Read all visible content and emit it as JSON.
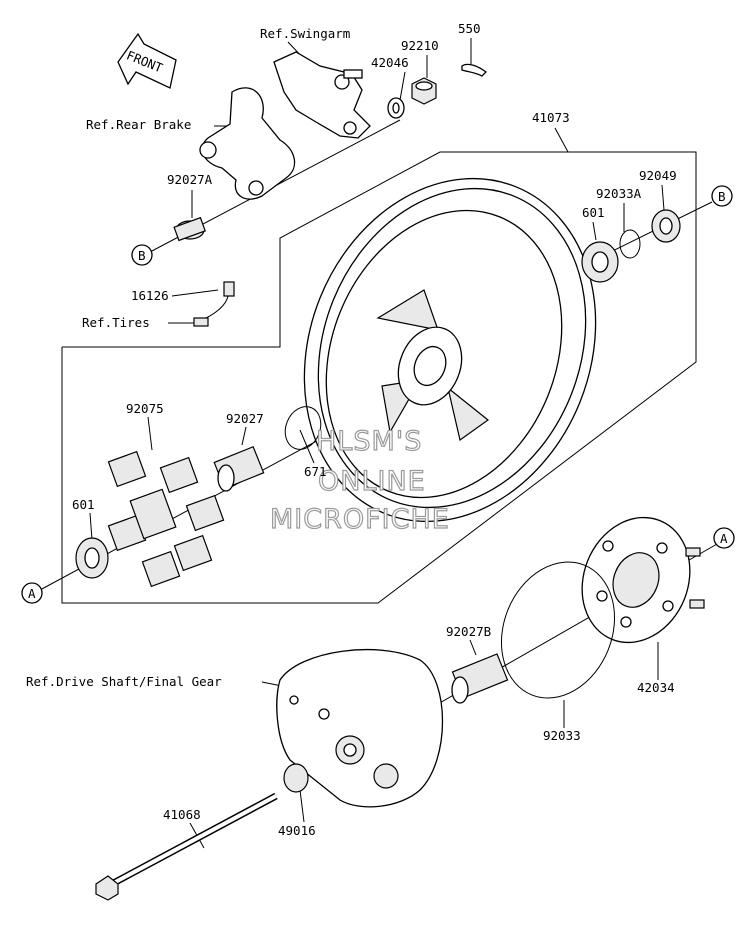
{
  "front_arrow": {
    "text": "FRONT"
  },
  "watermark": {
    "line1": "HLSM'S",
    "line2": "ONLINE",
    "line3": "MICROFICHE"
  },
  "markers": {
    "a": "A",
    "b": "B"
  },
  "labels": {
    "ref_swingarm": "Ref.Swingarm",
    "p550": "550",
    "p92210": "92210",
    "p42046": "42046",
    "ref_rear_brake": "Ref.Rear Brake",
    "p41073": "41073",
    "p92027a": "92027A",
    "p92049": "92049",
    "p92033a": "92033A",
    "p601_top": "601",
    "p16126": "16126",
    "ref_tires": "Ref.Tires",
    "p92075": "92075",
    "p92027": "92027",
    "p671": "671",
    "p601_left": "601",
    "p92027b": "92027B",
    "ref_drive": "Ref.Drive Shaft/Final Gear",
    "p42034": "42034",
    "p92033": "92033",
    "p41068": "41068",
    "p49016": "49016"
  }
}
